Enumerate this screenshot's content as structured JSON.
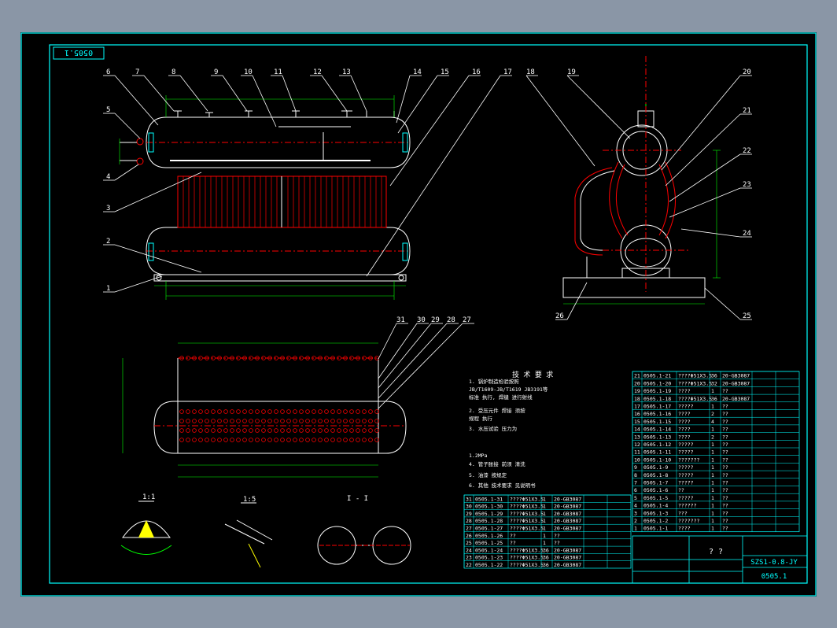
{
  "drawing": {
    "code": "0505.1",
    "code_rotated": "0505.1",
    "title_code": "SZS1-0.8-JY",
    "title_placeholder": "? ?",
    "tech_req_title": "技 术 要 求",
    "tech_req_lines": [
      "1. 锅炉制造检验按照",
      "JB/T1609-JB/T1619 JB3191等",
      "标准 执行, 焊缝 进行射线",
      "2. 受压元件 焊接 须按",
      "规程 执行",
      "3. 水压试验 压力为",
      "1.2MPa",
      "4. 管子胀接 前须 清洗",
      "5. 油漆 按规定",
      "6. 其他 技术要求 见说明书"
    ]
  },
  "views": {
    "main_view": {
      "balloons": [
        "1",
        "2",
        "3",
        "4",
        "5",
        "6",
        "7",
        "8",
        "9",
        "10",
        "11",
        "12",
        "13",
        "14",
        "15",
        "16",
        "17"
      ]
    },
    "side_view": {
      "balloons": [
        "18",
        "19",
        "20",
        "21",
        "22",
        "23",
        "24",
        "25",
        "26"
      ]
    },
    "plan_view": {
      "balloons": [
        "27",
        "28",
        "29",
        "30",
        "31"
      ]
    },
    "details": {
      "scale_a": "1:1",
      "scale_b": "1:5",
      "section": "I - I"
    }
  },
  "bom_right": [
    {
      "no": "21",
      "code": "0505.1-21",
      "name": "????Φ51X3.5",
      "qty": "36",
      "mat": "20-GB3087"
    },
    {
      "no": "20",
      "code": "0505.1-20",
      "name": "????Φ51X3.5",
      "qty": "32",
      "mat": "20-GB3087"
    },
    {
      "no": "19",
      "code": "0505.1-19",
      "name": "????",
      "qty": "1",
      "mat": "??"
    },
    {
      "no": "18",
      "code": "0505.1-18",
      "name": "????Φ51X3.5",
      "qty": "36",
      "mat": "20-GB3087"
    },
    {
      "no": "17",
      "code": "0505.1-17",
      "name": "?????",
      "qty": "1",
      "mat": "??"
    },
    {
      "no": "16",
      "code": "0505.1-16",
      "name": "????",
      "qty": "2",
      "mat": "??"
    },
    {
      "no": "15",
      "code": "0505.1-15",
      "name": "????",
      "qty": "4",
      "mat": "??"
    },
    {
      "no": "14",
      "code": "0505.1-14",
      "name": "????",
      "qty": "1",
      "mat": "??"
    },
    {
      "no": "13",
      "code": "0505.1-13",
      "name": "????",
      "qty": "2",
      "mat": "??"
    },
    {
      "no": "12",
      "code": "0505.1-12",
      "name": "?????",
      "qty": "1",
      "mat": "??"
    },
    {
      "no": "11",
      "code": "0505.1-11",
      "name": "?????",
      "qty": "1",
      "mat": "??"
    },
    {
      "no": "10",
      "code": "0505.1-10",
      "name": "???????",
      "qty": "1",
      "mat": "??"
    },
    {
      "no": "9",
      "code": "0505.1-9",
      "name": "?????",
      "qty": "1",
      "mat": "??"
    },
    {
      "no": "8",
      "code": "0505.1-8",
      "name": "?????",
      "qty": "1",
      "mat": "??"
    },
    {
      "no": "7",
      "code": "0505.1-7",
      "name": "?????",
      "qty": "1",
      "mat": "??"
    },
    {
      "no": "6",
      "code": "0505.1-6",
      "name": "??",
      "qty": "1",
      "mat": "??"
    },
    {
      "no": "5",
      "code": "0505.1-5",
      "name": "?????",
      "qty": "1",
      "mat": "??"
    },
    {
      "no": "4",
      "code": "0505.1-4",
      "name": "??????",
      "qty": "1",
      "mat": "??"
    },
    {
      "no": "3",
      "code": "0505.1-3",
      "name": "???",
      "qty": "1",
      "mat": "??"
    },
    {
      "no": "2",
      "code": "0505.1-2",
      "name": "???????",
      "qty": "1",
      "mat": "??"
    },
    {
      "no": "1",
      "code": "0505.1-1",
      "name": "????",
      "qty": "1",
      "mat": "??"
    }
  ],
  "bom_left": [
    {
      "no": "31",
      "code": "0505.1-31",
      "name": "????Φ51X3.5",
      "qty": "1",
      "mat": "20-GB3087"
    },
    {
      "no": "30",
      "code": "0505.1-30",
      "name": "????Φ51X3.5",
      "qty": "1",
      "mat": "20-GB3087"
    },
    {
      "no": "29",
      "code": "0505.1-29",
      "name": "????Φ51X3.5",
      "qty": "1",
      "mat": "20-GB3087"
    },
    {
      "no": "28",
      "code": "0505.1-28",
      "name": "????Φ51X3.5",
      "qty": "1",
      "mat": "20-GB3087"
    },
    {
      "no": "27",
      "code": "0505.1-27",
      "name": "????Φ51X3.5",
      "qty": "1",
      "mat": "20-GB3087"
    },
    {
      "no": "26",
      "code": "0505.1-26",
      "name": "??",
      "qty": "1",
      "mat": "??"
    },
    {
      "no": "25",
      "code": "0505.1-25",
      "name": "??",
      "qty": "1",
      "mat": "??"
    },
    {
      "no": "24",
      "code": "0505.1-24",
      "name": "????Φ51X3.5",
      "qty": "36",
      "mat": "20-GB3087"
    },
    {
      "no": "23",
      "code": "0505.1-23",
      "name": "????Φ51X3.5",
      "qty": "36",
      "mat": "20-GB3087"
    },
    {
      "no": "22",
      "code": "0505.1-22",
      "name": "????Φ51X3.5",
      "qty": "36",
      "mat": "20-GB3087"
    }
  ],
  "colors": {
    "background": "#8a96a6",
    "paper": "#000000",
    "frame": "#00ffff",
    "line": "#ffffff",
    "red": "#ff0000",
    "green": "#00ff00",
    "yellow": "#ffff00",
    "cyan": "#00ffff"
  }
}
